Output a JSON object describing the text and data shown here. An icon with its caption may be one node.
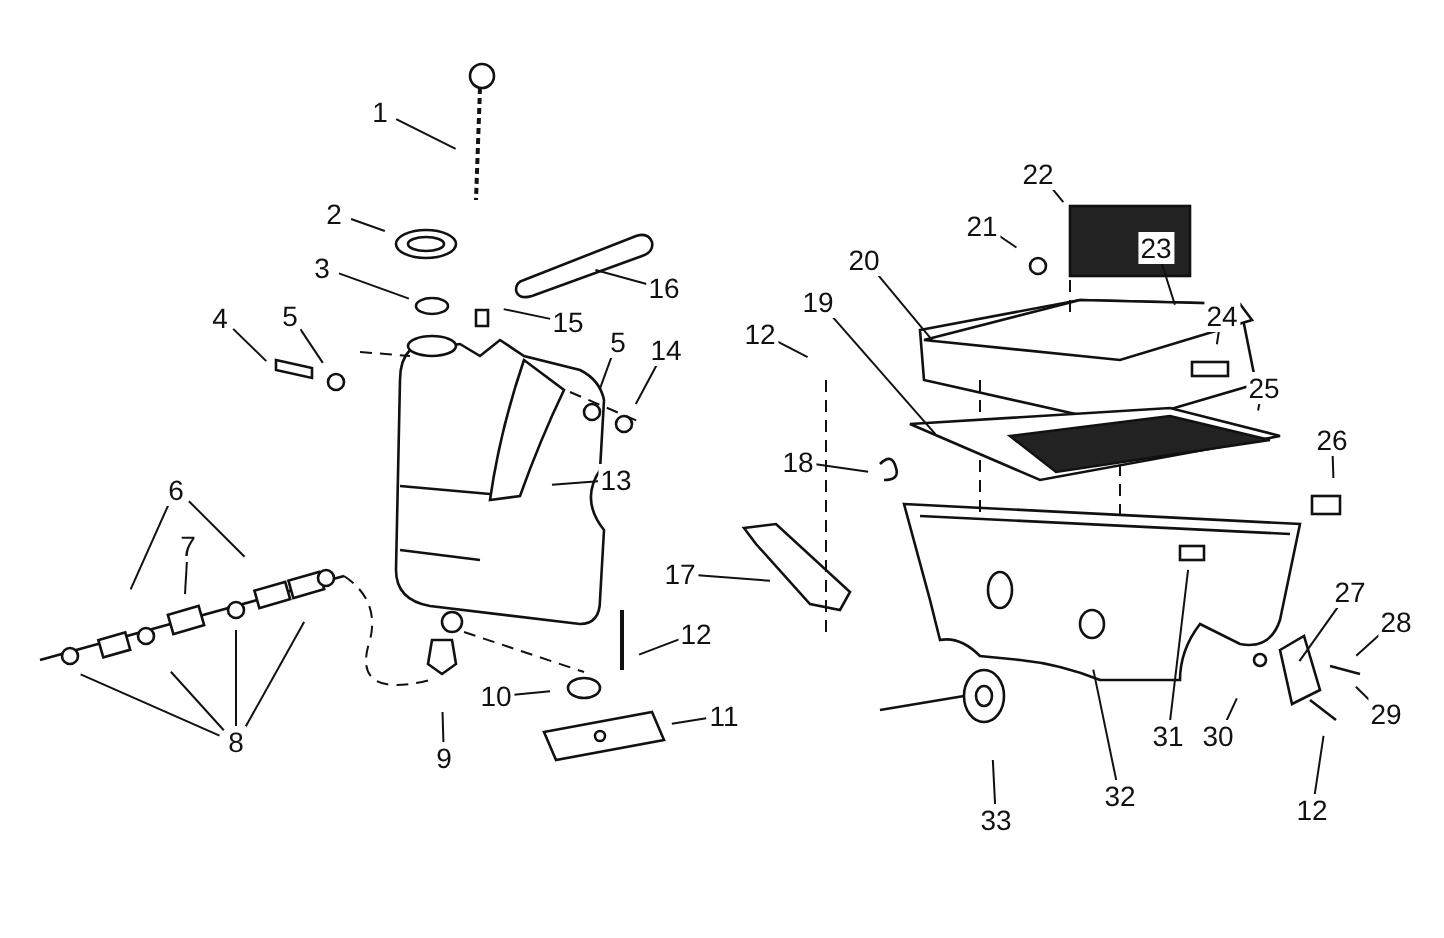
{
  "diagram": {
    "nodes": [
      {
        "text": [
          "1"
        ]
      },
      {
        "text": [
          "22"
        ]
      },
      {
        "text": [
          "2"
        ]
      },
      {
        "text": [
          "21"
        ]
      },
      {
        "text": [
          "23"
        ]
      },
      {
        "text": [
          "20"
        ]
      },
      {
        "text": [
          "3"
        ]
      },
      {
        "text": [
          "16"
        ]
      },
      {
        "text": [
          "19"
        ]
      },
      {
        "text": [
          "4"
        ]
      },
      {
        "text": [
          "5"
        ]
      },
      {
        "text": [
          "24"
        ]
      },
      {
        "text": [
          "15"
        ]
      },
      {
        "text": [
          "12"
        ]
      },
      {
        "text": [
          "5"
        ]
      },
      {
        "text": [
          "14"
        ]
      },
      {
        "text": [
          "25"
        ]
      },
      {
        "text": [
          "26"
        ]
      },
      {
        "text": [
          "18"
        ]
      },
      {
        "text": [
          "13"
        ]
      },
      {
        "text": [
          "6"
        ]
      },
      {
        "text": [
          "7"
        ]
      },
      {
        "text": [
          "17"
        ]
      },
      {
        "text": [
          "27"
        ]
      },
      {
        "text": [
          "28"
        ]
      },
      {
        "text": [
          "12"
        ]
      },
      {
        "text": [
          "10"
        ]
      },
      {
        "text": [
          "29"
        ]
      },
      {
        "text": [
          "11"
        ]
      },
      {
        "text": [
          "30"
        ]
      },
      {
        "text": [
          "31"
        ]
      },
      {
        "text": [
          "8"
        ]
      },
      {
        "text": [
          "9"
        ]
      },
      {
        "text": [
          "32"
        ]
      },
      {
        "text": [
          "12"
        ]
      },
      {
        "text": [
          "33"
        ]
      }
    ],
    "edges": [
      {
        "from": 0,
        "to": null,
        "arrow": "none"
      },
      {
        "from": 1,
        "to": null,
        "arrow": "none"
      },
      {
        "from": 2,
        "to": null,
        "arrow": "none"
      },
      {
        "from": 3,
        "to": null,
        "arrow": "none"
      },
      {
        "from": 4,
        "to": null,
        "arrow": "none"
      },
      {
        "from": 5,
        "to": null,
        "arrow": "none"
      },
      {
        "from": 6,
        "to": null,
        "arrow": "none"
      },
      {
        "from": 7,
        "to": null,
        "arrow": "none"
      },
      {
        "from": 8,
        "to": null,
        "arrow": "none"
      },
      {
        "from": 9,
        "to": null,
        "arrow": "none"
      },
      {
        "from": 10,
        "to": null,
        "arrow": "none"
      },
      {
        "from": 11,
        "to": null,
        "arrow": "none"
      },
      {
        "from": 12,
        "to": null,
        "arrow": "none"
      },
      {
        "from": 13,
        "to": null,
        "arrow": "none"
      },
      {
        "from": 14,
        "to": null,
        "arrow": "none"
      },
      {
        "from": 15,
        "to": null,
        "arrow": "none"
      },
      {
        "from": 16,
        "to": null,
        "arrow": "none"
      },
      {
        "from": 17,
        "to": null,
        "arrow": "none"
      },
      {
        "from": 18,
        "to": null,
        "arrow": "none"
      },
      {
        "from": 19,
        "to": null,
        "arrow": "none"
      },
      {
        "from": 20,
        "to": null,
        "arrow": "none"
      },
      {
        "from": 20,
        "to": null,
        "arrow": "none"
      },
      {
        "from": 21,
        "to": null,
        "arrow": "none"
      },
      {
        "from": 22,
        "to": null,
        "arrow": "none"
      },
      {
        "from": 23,
        "to": null,
        "arrow": "none"
      },
      {
        "from": 24,
        "to": null,
        "arrow": "none"
      },
      {
        "from": 25,
        "to": null,
        "arrow": "none"
      },
      {
        "from": 26,
        "to": null,
        "arrow": "none"
      },
      {
        "from": 27,
        "to": null,
        "arrow": "none"
      },
      {
        "from": 28,
        "to": null,
        "arrow": "none"
      },
      {
        "from": 29,
        "to": null,
        "arrow": "none"
      },
      {
        "from": 30,
        "to": null,
        "arrow": "none"
      },
      {
        "from": 31,
        "to": null,
        "arrow": "none"
      },
      {
        "from": 31,
        "to": null,
        "arrow": "none"
      },
      {
        "from": 31,
        "to": null,
        "arrow": "none"
      },
      {
        "from": 31,
        "to": null,
        "arrow": "none"
      },
      {
        "from": 32,
        "to": null,
        "arrow": "none"
      },
      {
        "from": 33,
        "to": null,
        "arrow": "none"
      },
      {
        "from": 34,
        "to": null,
        "arrow": "none"
      },
      {
        "from": 35,
        "to": null,
        "arrow": "none"
      }
    ]
  }
}
